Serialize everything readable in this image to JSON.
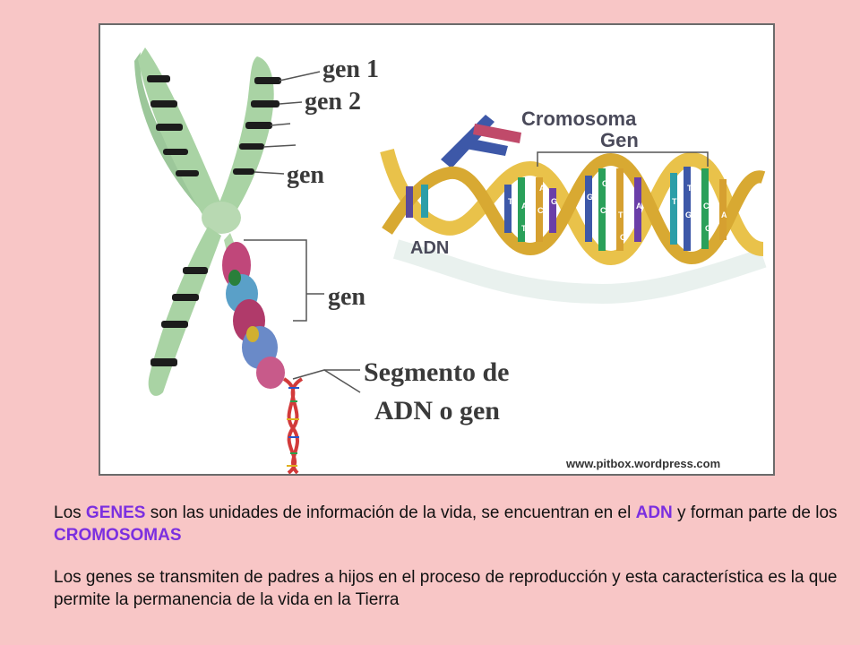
{
  "figure": {
    "labels": {
      "gen1": "gen 1",
      "gen2": "gen 2",
      "gen_a": "gen",
      "gen_b": "gen",
      "segmento_line1": "Segmento de",
      "segmento_line2": "ADN o gen",
      "cromosoma": "Cromosoma",
      "gen_right": "Gen",
      "adn": "ADN"
    },
    "helix_letters": [
      "T",
      "A",
      "C",
      "G",
      "G",
      "C",
      "T",
      "A",
      "T",
      "G",
      "C",
      "A",
      "T",
      "G",
      "C",
      "C",
      "T",
      "A"
    ],
    "credit": "www.pitbox.wordpress.com"
  },
  "paragraph1": {
    "t1": "Los ",
    "k1": "GENES",
    "t2": " son las unidades de información de la vida, se encuentran en el ",
    "k2": "ADN",
    "t3": " y forman parte de los ",
    "k3": "CROMOSOMAS"
  },
  "paragraph2": {
    "text": "Los genes se transmiten de padres a hijos en el proceso de reproducción y esta característica es la que permite la permanencia de la vida en la Tierra"
  }
}
